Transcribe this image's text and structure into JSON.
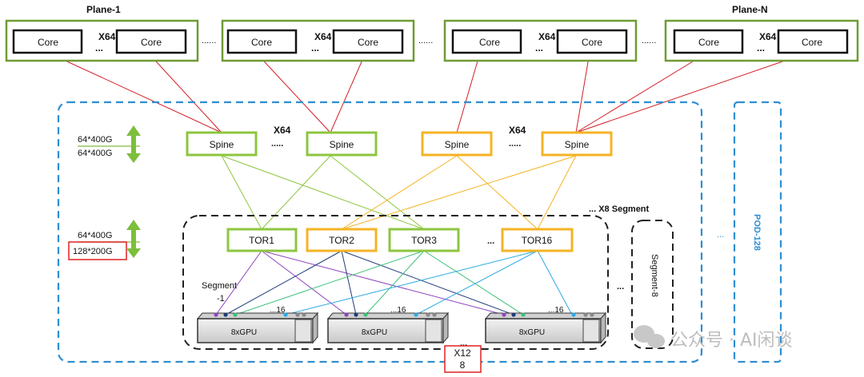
{
  "planes": [
    {
      "label": "Plane-1",
      "core_left": "Core",
      "core_right": "Core",
      "multiplier": "X64",
      "ellipsis": "..."
    },
    {
      "label": "",
      "core_left": "Core",
      "core_right": "Core",
      "multiplier": "X64",
      "ellipsis": "..."
    },
    {
      "label": "",
      "core_left": "Core",
      "core_right": "Core",
      "multiplier": "X64",
      "ellipsis": "..."
    },
    {
      "label": "Plane-N",
      "core_left": "Core",
      "core_right": "Core",
      "multiplier": "X64",
      "ellipsis": "..."
    }
  ],
  "plane_separators": [
    "......",
    "......",
    "......"
  ],
  "spines": [
    {
      "label": "Spine",
      "color": "#8DC63F"
    },
    {
      "label": "Spine",
      "color": "#8DC63F"
    },
    {
      "label": "Spine",
      "color": "#F5B324"
    },
    {
      "label": "Spine",
      "color": "#F5B324"
    }
  ],
  "spine_groups": [
    {
      "multiplier": "X64",
      "dots": "....."
    },
    {
      "multiplier": "X64",
      "dots": "....."
    }
  ],
  "tors": [
    {
      "label": "TOR1",
      "color": "#8DC63F"
    },
    {
      "label": "TOR2",
      "color": "#F5B324"
    },
    {
      "label": "TOR3",
      "color": "#8DC63F"
    },
    {
      "label": "TOR16",
      "color": "#F5B324"
    }
  ],
  "tor_dots": "...",
  "segment_multiplier": "... X8 Segment",
  "segment1_label_line1": "Segment",
  "segment1_label_line2": "-1",
  "segment8_label": "Segment-8",
  "segment_between_dots": "...",
  "pod_dots": "...",
  "pod_label": "POD-128",
  "bandwidth_upper": {
    "line1": "64*400G",
    "line2": "64*400G"
  },
  "bandwidth_lower": {
    "line1": "64*400G",
    "line2": "128*200G"
  },
  "servers": [
    {
      "label": "8xGPU",
      "port_count": "...16"
    },
    {
      "label": "8xGPU",
      "port_count": "...16"
    },
    {
      "label": "8xGPU",
      "port_count": "...16"
    }
  ],
  "servers_between_dots": "...",
  "server_multiplier_line1": "X12",
  "server_multiplier_line2": "8",
  "watermark": "公众号 · AI闲谈",
  "colors": {
    "core_frame": "#6F9B35",
    "core_link": "#D21F26",
    "spine_green": "#8DC63F",
    "spine_orange": "#F5B324",
    "pod_border": "#2F8ED1",
    "segment_border": "#222222",
    "tor1_link": "#8E44C0",
    "tor2_link": "#1F3C7A",
    "tor3_link": "#3CC07A",
    "tor16_link": "#2BA9E3",
    "highlight_red": "#E02020",
    "arrow_green": "#7DBE3C"
  }
}
